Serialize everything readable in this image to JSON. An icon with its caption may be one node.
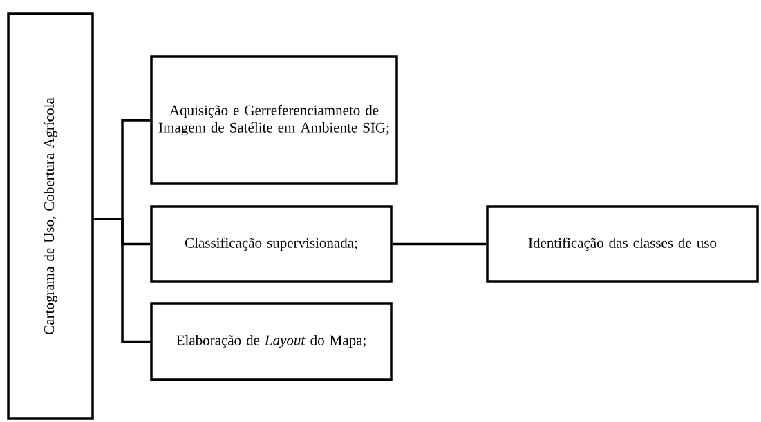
{
  "diagram": {
    "nodes": [
      {
        "text": [
          "Cartograma de Uso, Cobertura Agrícola"
        ]
      },
      {
        "text": [
          "Aquisição e Gerreferenciamneto de Imagem de Satélite em Ambiente SIG;"
        ]
      },
      {
        "text": [
          "Classificação supervisionada;"
        ]
      },
      {
        "text": [
          "Elaboração de *Layout* do Mapa;"
        ]
      },
      {
        "text": [
          "Identificação das classes de uso"
        ]
      }
    ],
    "edges": [
      {
        "from": 0,
        "to": 1,
        "arrow": "none"
      },
      {
        "from": 0,
        "to": 2,
        "arrow": "none"
      },
      {
        "from": 0,
        "to": 3,
        "arrow": "none"
      },
      {
        "from": 2,
        "to": 4,
        "arrow": "none"
      }
    ]
  }
}
